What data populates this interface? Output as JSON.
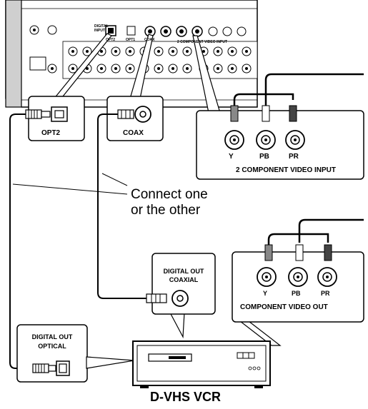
{
  "receiver": {
    "digital_input_label": "DIGITAL\nINPUT",
    "opt2_small": "OPT2",
    "opt1_small": "OPT1",
    "coax_small": "COAX",
    "component_small": "2 COMPONENT VIDEO INPUT"
  },
  "callouts": {
    "opt2": "OPT2",
    "coax": "COAX",
    "component_input": {
      "y": "Y",
      "pb": "PB",
      "pr": "PR",
      "title": "2  COMPONENT VIDEO INPUT"
    }
  },
  "note": {
    "line1": "Connect one",
    "line2": "or the other"
  },
  "vcr_callouts": {
    "digital_out_coaxial": [
      "DIGITAL OUT",
      "COAXIAL"
    ],
    "component_output": {
      "y": "Y",
      "pb": "PB",
      "pr": "PR",
      "title": "COMPONENT VIDEO  OUT"
    },
    "digital_out_optical": [
      "DIGITAL OUT",
      "OPTICAL"
    ]
  },
  "device_title": "D-VHS VCR"
}
